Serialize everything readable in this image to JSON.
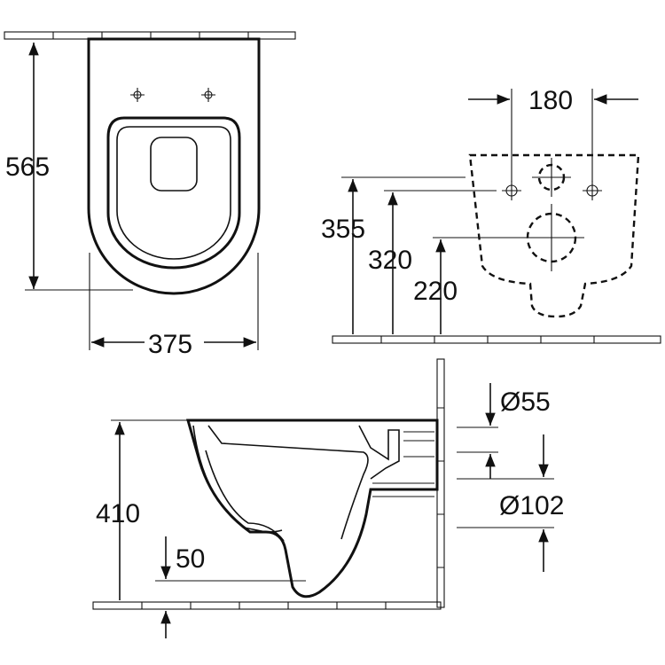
{
  "title": "Wall-hung WC dimension drawing",
  "views": {
    "top_view": {
      "depth_label": "565",
      "width_label": "375"
    },
    "back_view": {
      "fixing_distance_label": "180",
      "height_355_label": "355",
      "height_320_label": "320",
      "height_220_label": "220"
    },
    "side_view": {
      "height_label": "410",
      "floor_clearance_label": "50",
      "inlet_diameter_label": "Ø55",
      "outlet_diameter_label": "Ø102"
    }
  }
}
